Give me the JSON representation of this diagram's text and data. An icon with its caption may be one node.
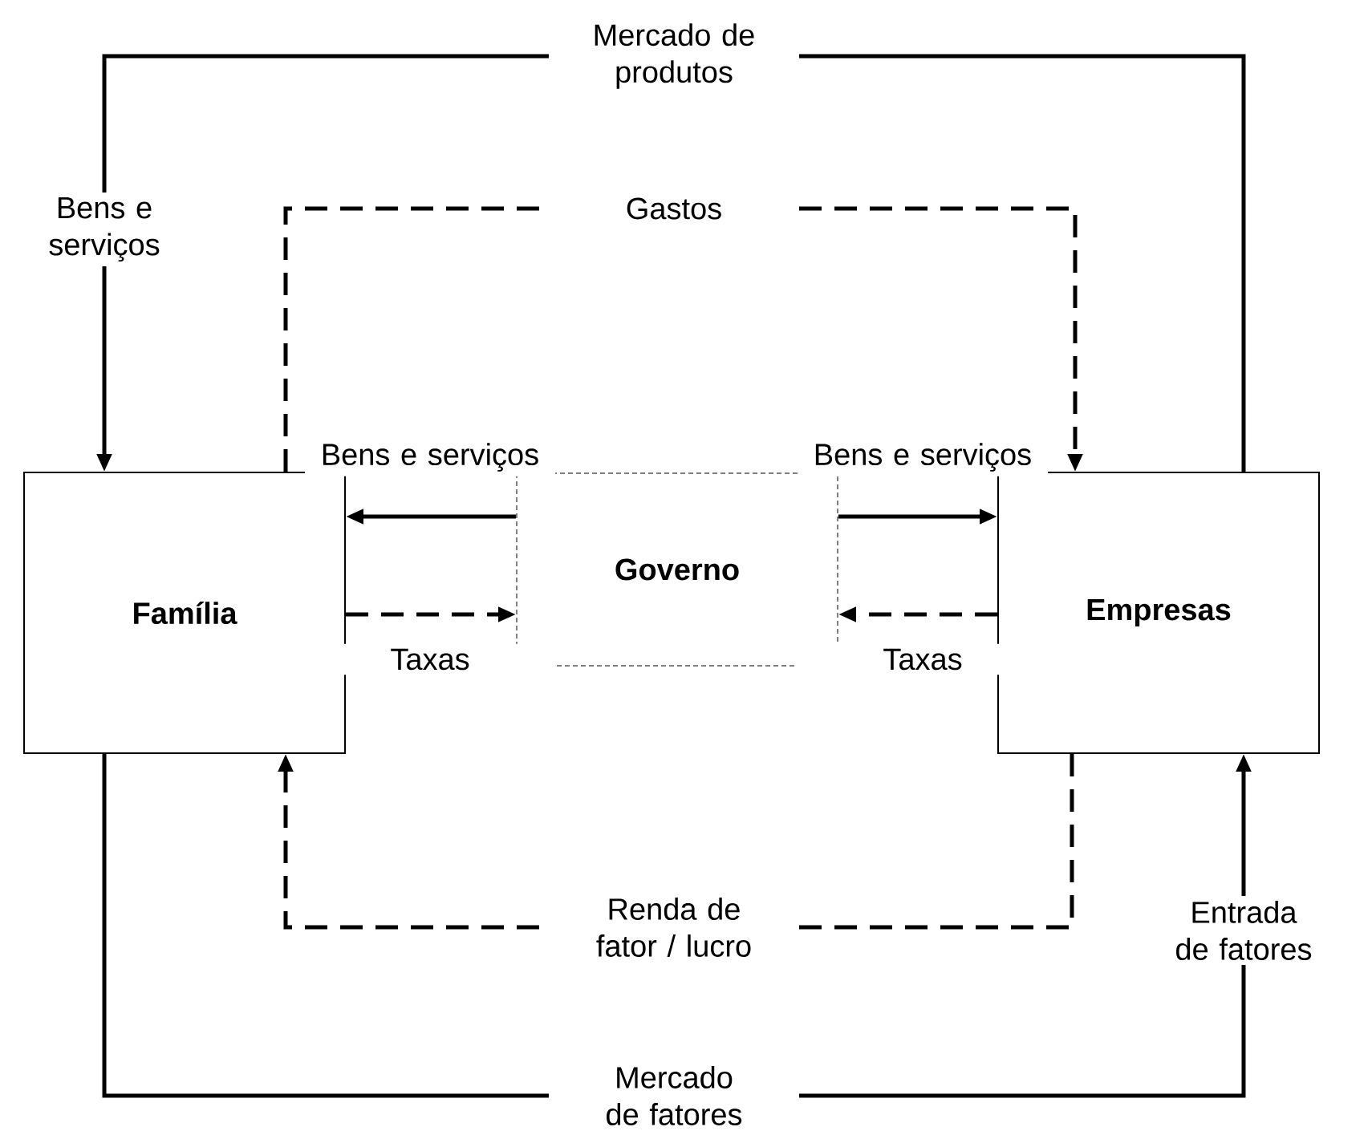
{
  "diagram": {
    "nodes": [
      {
        "text": [
          "Família"
        ]
      },
      {
        "text": [
          "Governo"
        ]
      },
      {
        "text": [
          "Empresas"
        ]
      }
    ],
    "edges": [
      {
        "from": 2,
        "to": 0,
        "arrow": "to",
        "label": "Mercado de produtos"
      },
      {
        "from": 0,
        "to": 2,
        "arrow": "to",
        "label": "Gastos",
        "style": "dashed"
      },
      {
        "from": 1,
        "to": 0,
        "arrow": "to",
        "label": "Bens e serviços"
      },
      {
        "from": 1,
        "to": 2,
        "arrow": "to",
        "label": "Bens e serviços"
      },
      {
        "from": 0,
        "to": 1,
        "arrow": "to",
        "label": "Taxas",
        "style": "dashed"
      },
      {
        "from": 2,
        "to": 1,
        "arrow": "to",
        "label": "Taxas",
        "style": "dashed"
      },
      {
        "from": 2,
        "to": 0,
        "arrow": "to",
        "label": "Renda de fator / lucro",
        "style": "dashed"
      },
      {
        "from": 0,
        "to": 2,
        "arrow": "to",
        "label": "Mercado de fatores"
      }
    ],
    "labels": [
      "Bens e serviços",
      "Entrada de fatores"
    ]
  }
}
